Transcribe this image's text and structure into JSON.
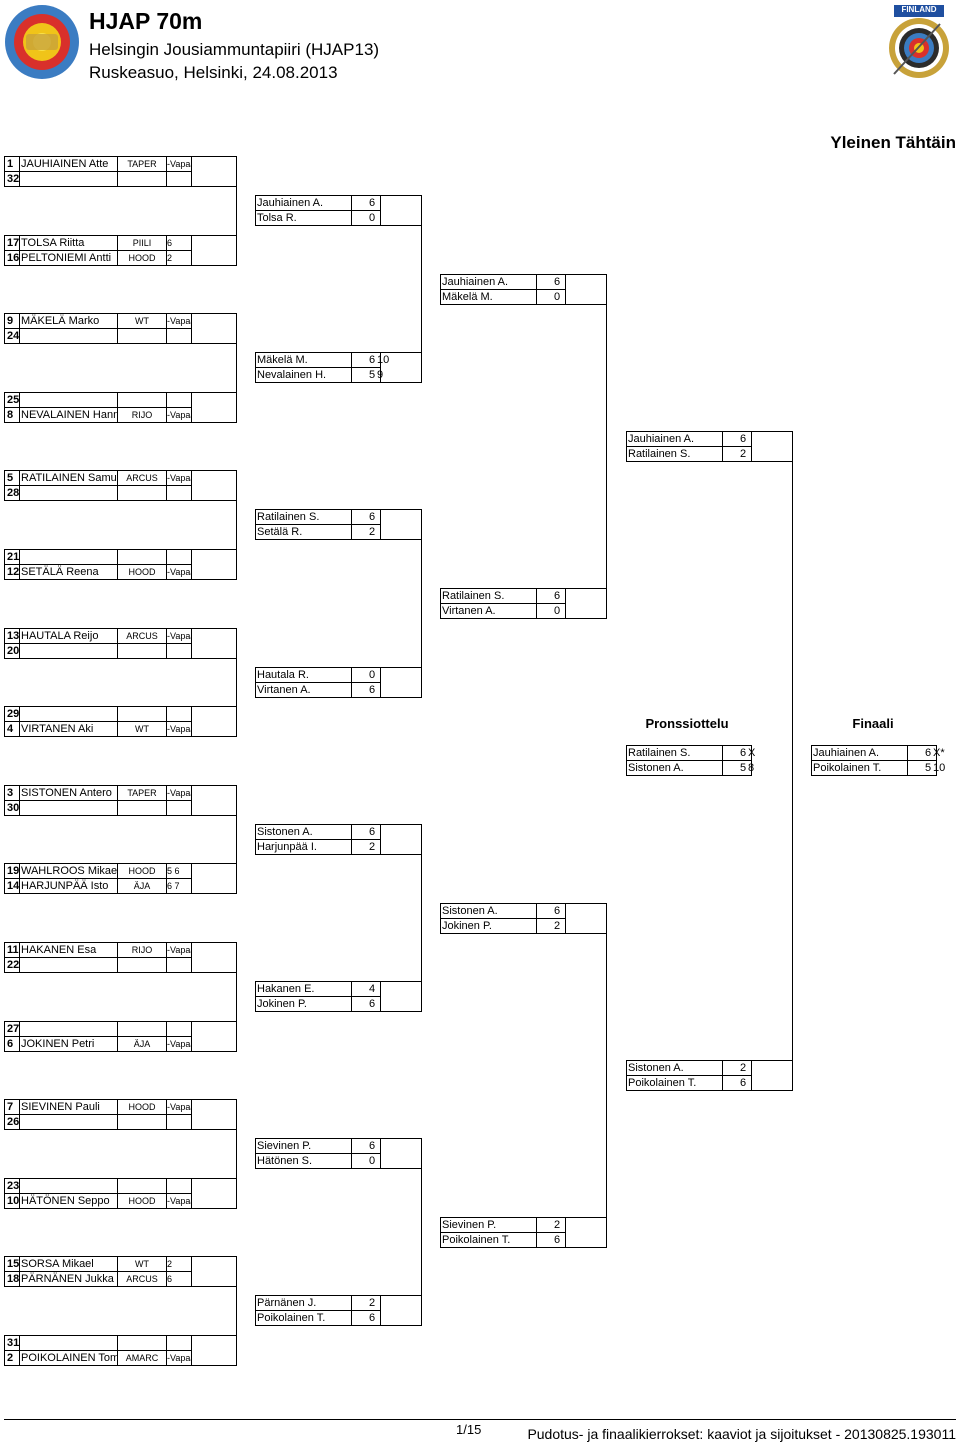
{
  "header": {
    "title": "HJAP 70m",
    "organizer": "Helsingin Jousiammuntapiiri (HJAP13)",
    "venue": "Ruskeasuo, Helsinki, 24.08.2013",
    "category": "Yleinen Tähtäin",
    "logo_text": "FINLAND"
  },
  "headings": {
    "bronze": "Pronssiottelu",
    "final": "Finaali"
  },
  "round1": [
    {
      "seed": "1",
      "name": "JAUHIAINEN Atte",
      "club": "TAPER",
      "res": "-Vapaa-"
    },
    {
      "seed": "32",
      "name": "",
      "club": "",
      "res": ""
    },
    {
      "seed": "17",
      "name": "TOLSA Riitta",
      "club": "PIILI",
      "res": "6"
    },
    {
      "seed": "16",
      "name": "PELTONIEMI Antti",
      "club": "HOOD",
      "res": "2"
    },
    {
      "seed": "9",
      "name": "MÄKELÄ Marko",
      "club": "WT",
      "res": "-Vapaa-"
    },
    {
      "seed": "24",
      "name": "",
      "club": "",
      "res": ""
    },
    {
      "seed": "25",
      "name": "",
      "club": "",
      "res": ""
    },
    {
      "seed": "8",
      "name": "NEVALAINEN Hannu",
      "club": "RIJO",
      "res": "-Vapaa-"
    },
    {
      "seed": "5",
      "name": "RATILAINEN Samuel",
      "club": "ARCUS",
      "res": "-Vapaa-"
    },
    {
      "seed": "28",
      "name": "",
      "club": "",
      "res": ""
    },
    {
      "seed": "21",
      "name": "",
      "club": "",
      "res": ""
    },
    {
      "seed": "12",
      "name": "SETÄLÄ Reena",
      "club": "HOOD",
      "res": "-Vapaa-"
    },
    {
      "seed": "13",
      "name": "HAUTALA Reijo",
      "club": "ARCUS",
      "res": "-Vapaa-"
    },
    {
      "seed": "20",
      "name": "",
      "club": "",
      "res": ""
    },
    {
      "seed": "29",
      "name": "",
      "club": "",
      "res": ""
    },
    {
      "seed": "4",
      "name": "VIRTANEN Aki",
      "club": "WT",
      "res": "-Vapaa-"
    },
    {
      "seed": "3",
      "name": "SISTONEN Antero",
      "club": "TAPER",
      "res": "-Vapaa-"
    },
    {
      "seed": "30",
      "name": "",
      "club": "",
      "res": ""
    },
    {
      "seed": "19",
      "name": "WAHLROOS Mikael",
      "club": "HOOD",
      "res": "5 6"
    },
    {
      "seed": "14",
      "name": "HARJUNPÄÄ Isto",
      "club": "ÄJA",
      "res": "6 7"
    },
    {
      "seed": "11",
      "name": "HAKANEN Esa",
      "club": "RIJO",
      "res": "-Vapaa-"
    },
    {
      "seed": "22",
      "name": "",
      "club": "",
      "res": ""
    },
    {
      "seed": "27",
      "name": "",
      "club": "",
      "res": ""
    },
    {
      "seed": "6",
      "name": "JOKINEN Petri",
      "club": "ÄJA",
      "res": "-Vapaa-"
    },
    {
      "seed": "7",
      "name": "SIEVINEN Pauli",
      "club": "HOOD",
      "res": "-Vapaa-"
    },
    {
      "seed": "26",
      "name": "",
      "club": "",
      "res": ""
    },
    {
      "seed": "23",
      "name": "",
      "club": "",
      "res": ""
    },
    {
      "seed": "10",
      "name": "HÄTÖNEN Seppo",
      "club": "HOOD",
      "res": "-Vapaa-"
    },
    {
      "seed": "15",
      "name": "SORSA Mikael",
      "club": "WT",
      "res": "2"
    },
    {
      "seed": "18",
      "name": "PÄRNÄNEN Jukka",
      "club": "ARCUS",
      "res": "6"
    },
    {
      "seed": "31",
      "name": "",
      "club": "",
      "res": ""
    },
    {
      "seed": "2",
      "name": "POIKOLAINEN Tomi",
      "club": "AMARC",
      "res": "-Vapaa-"
    }
  ],
  "round2": [
    {
      "name": "Jauhiainen A.",
      "score": "6",
      "tb": ""
    },
    {
      "name": "Tolsa R.",
      "score": "0",
      "tb": ""
    },
    {
      "name": "Mäkelä M.",
      "score": "6",
      "tb": "10"
    },
    {
      "name": "Nevalainen H.",
      "score": "5",
      "tb": "9"
    },
    {
      "name": "Ratilainen S.",
      "score": "6",
      "tb": ""
    },
    {
      "name": "Setälä R.",
      "score": "2",
      "tb": ""
    },
    {
      "name": "Hautala R.",
      "score": "0",
      "tb": ""
    },
    {
      "name": "Virtanen A.",
      "score": "6",
      "tb": ""
    },
    {
      "name": "Sistonen A.",
      "score": "6",
      "tb": ""
    },
    {
      "name": "Harjunpää I.",
      "score": "2",
      "tb": ""
    },
    {
      "name": "Hakanen E.",
      "score": "4",
      "tb": ""
    },
    {
      "name": "Jokinen P.",
      "score": "6",
      "tb": ""
    },
    {
      "name": "Sievinen P.",
      "score": "6",
      "tb": ""
    },
    {
      "name": "Hätönen S.",
      "score": "0",
      "tb": ""
    },
    {
      "name": "Pärnänen J.",
      "score": "2",
      "tb": ""
    },
    {
      "name": "Poikolainen T.",
      "score": "6",
      "tb": ""
    }
  ],
  "round3": [
    {
      "name": "Jauhiainen A.",
      "score": "6",
      "tb": ""
    },
    {
      "name": "Mäkelä M.",
      "score": "0",
      "tb": ""
    },
    {
      "name": "Ratilainen S.",
      "score": "6",
      "tb": ""
    },
    {
      "name": "Virtanen A.",
      "score": "0",
      "tb": ""
    },
    {
      "name": "Sistonen A.",
      "score": "6",
      "tb": ""
    },
    {
      "name": "Jokinen P.",
      "score": "2",
      "tb": ""
    },
    {
      "name": "Sievinen P.",
      "score": "2",
      "tb": ""
    },
    {
      "name": "Poikolainen T.",
      "score": "6",
      "tb": ""
    }
  ],
  "round4": [
    {
      "name": "Jauhiainen A.",
      "score": "6",
      "tb": ""
    },
    {
      "name": "Ratilainen S.",
      "score": "2",
      "tb": ""
    },
    {
      "name": "Sistonen A.",
      "score": "2",
      "tb": ""
    },
    {
      "name": "Poikolainen T.",
      "score": "6",
      "tb": ""
    }
  ],
  "bronze": [
    {
      "name": "Ratilainen S.",
      "score": "6",
      "tb": "X"
    },
    {
      "name": "Sistonen A.",
      "score": "5",
      "tb": "8"
    }
  ],
  "final": [
    {
      "name": "Jauhiainen A.",
      "score": "6",
      "tb": "X*"
    },
    {
      "name": "Poikolainen T.",
      "score": "5",
      "tb": "10"
    }
  ],
  "footer": {
    "page": "1/15",
    "text": "Pudotus- ja finaalikierrokset: kaaviot ja sijoitukset - 20130825.193011"
  }
}
